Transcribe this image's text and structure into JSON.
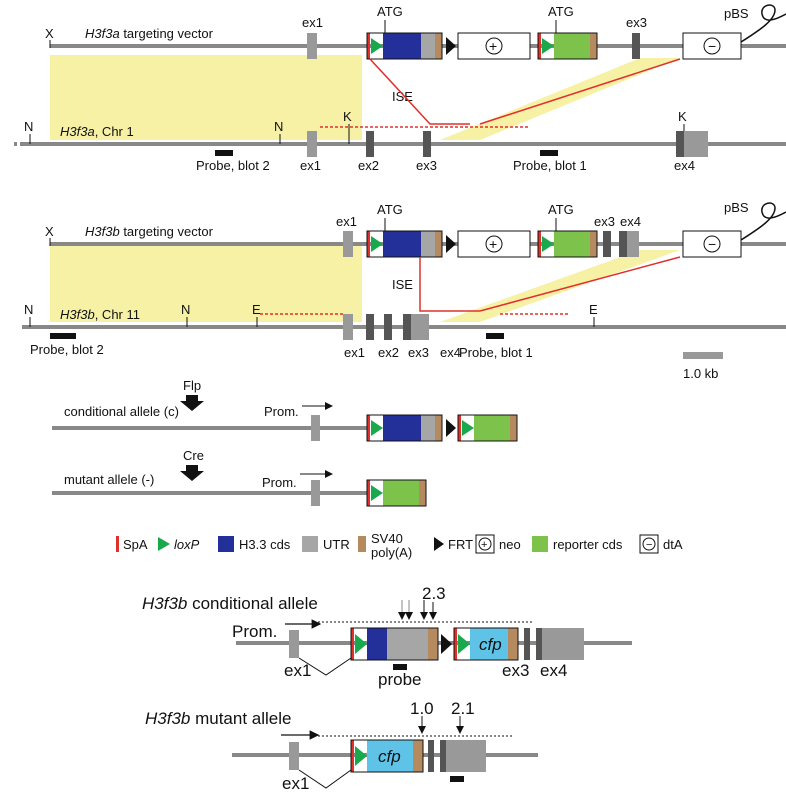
{
  "colors": {
    "spa": "#e0302c",
    "loxp": "#1aa84c",
    "h33cds": "#23309a",
    "utr": "#a6a6a6",
    "sv40": "#b48a5e",
    "reporter": "#7dc24a",
    "cfp": "#5ec3e6",
    "homology": "#f7f1a6"
  },
  "panelA": {
    "vector_gene": "H3f3a",
    "vector_suffix": " targeting vector",
    "chr_gene": "H3f3a",
    "chr_suffix": ", Chr 1",
    "ex1": "ex1",
    "ex2": "ex2",
    "ex3": "ex3",
    "ex4": "ex4",
    "vec_ex1": "ex1",
    "vec_ex3": "ex3",
    "atg1": "ATG",
    "atg2": "ATG",
    "pbs": "pBS",
    "ise": "ISE",
    "site_x": "X",
    "site_n1": "N",
    "site_n2": "N",
    "site_k1": "K",
    "site_k2": "K",
    "probe2": "Probe, blot 2",
    "probe1": "Probe, blot 1"
  },
  "panelB": {
    "vector_gene": "H3f3b",
    "vector_suffix": " targeting vector",
    "chr_gene": "H3f3b",
    "chr_suffix": ", Chr 11",
    "vec_ex1": "ex1",
    "vec_ex3": "ex3",
    "vec_ex4": "ex4",
    "ex1": "ex1",
    "ex2": "ex2",
    "ex3": "ex3",
    "ex4": "ex4",
    "atg1": "ATG",
    "atg2": "ATG",
    "pbs": "pBS",
    "ise": "ISE",
    "site_x": "X",
    "site_n1": "N",
    "site_n2": "N",
    "site_e1": "E",
    "site_e2": "E",
    "probe2": "Probe, blot 2",
    "probe1": "Probe, blot 1",
    "scale": "1.0 kb"
  },
  "alleles": {
    "flp": "Flp",
    "cre": "Cre",
    "conditional": "conditional allele (c)",
    "mutant": "mutant allele (-)",
    "prom1": "Prom.",
    "prom2": "Prom."
  },
  "legend": {
    "spa": "SpA",
    "loxp": "loxP",
    "h33": "H3.3 cds",
    "utr": "UTR",
    "sv40_1": "SV40",
    "sv40_2": "poly(A)",
    "frt": "FRT",
    "neo": "neo",
    "reporter": "reporter cds",
    "dta": "dtA"
  },
  "bottom": {
    "cond_gene": "H3f3b",
    "cond_suffix": " conditional allele",
    "mut_gene": "H3f3b",
    "mut_suffix": " mutant allele",
    "prom": "Prom.",
    "ex1a": "ex1",
    "ex3": "ex3",
    "ex4": "ex4",
    "probe": "probe",
    "cfp1": "cfp",
    "cfp2": "cfp",
    "v23": "2.3",
    "ex1b": "ex1",
    "v10": "1.0",
    "v21": "2.1"
  }
}
